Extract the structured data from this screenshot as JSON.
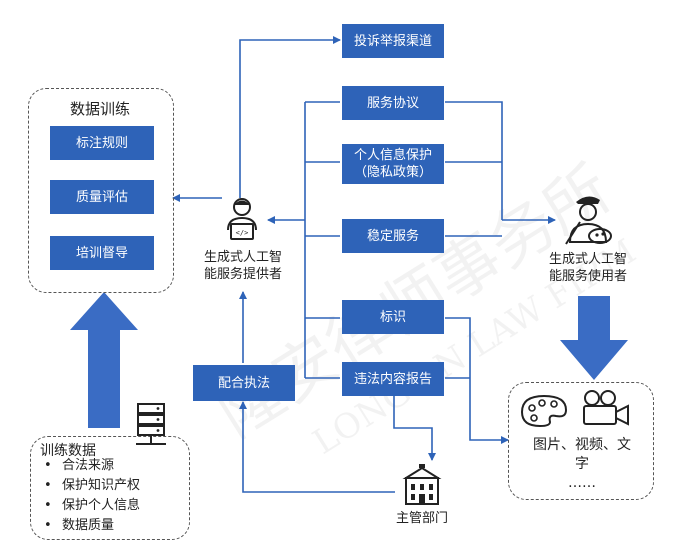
{
  "boxes": {
    "complaint": "投诉举报渠道",
    "service_agreement": "服务协议",
    "privacy_line1": "个人信息保护",
    "privacy_line2": "（隐私政策）",
    "stable_service": "稳定服务",
    "labeling": "标识",
    "illegal_report": "违法内容报告",
    "cooperate": "配合执法",
    "annotation_rules": "标注规则",
    "quality_eval": "质量评估",
    "training_supervision": "培训督导"
  },
  "groups": {
    "data_training": "数据训练",
    "training_data": "训练数据"
  },
  "training_data_items": [
    "合法来源",
    "保护知识产权",
    "保护个人信息",
    "数据质量"
  ],
  "actors": {
    "provider_line1": "生成式人工智",
    "provider_line2": "能服务提供者",
    "user_line1": "生成式人工智",
    "user_line2": "能服务使用者",
    "authority": "主管部门"
  },
  "output": {
    "line1": "图片、视频、文",
    "line2": "字",
    "line3": "……"
  },
  "watermark": {
    "cn": "隆安律师事务所",
    "en": "LONG AN LAW FIRM"
  },
  "colors": {
    "box": "#2e63b8",
    "arrow": "#2e63b8",
    "big_arrow": "#3a6cc4",
    "dash": "#555555"
  }
}
